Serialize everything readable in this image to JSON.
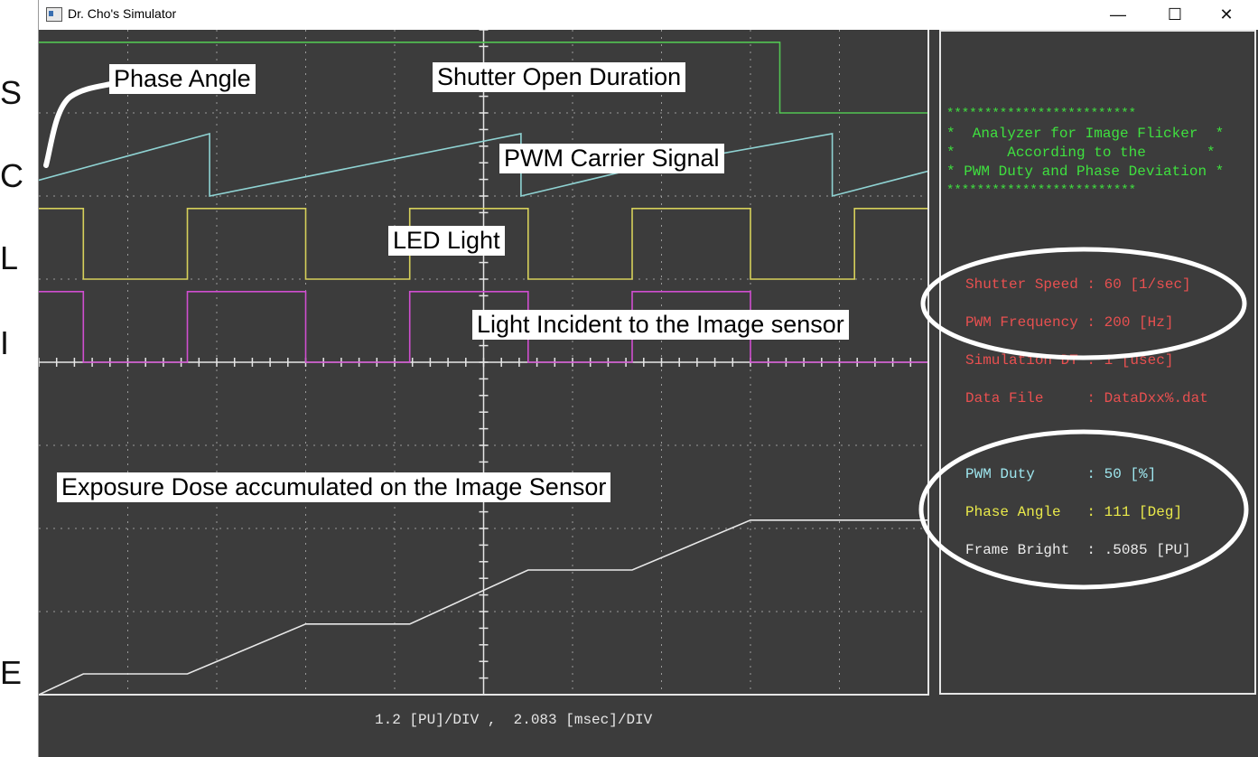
{
  "side_letters": [
    "S",
    "C",
    "L",
    "I",
    "E"
  ],
  "window": {
    "title": "Dr. Cho's Simulator",
    "minimize": "—",
    "maximize": "☐",
    "close": "✕"
  },
  "labels": {
    "phase_angle": "Phase Angle",
    "shutter_open": "Shutter Open Duration",
    "pwm_carrier": "PWM Carrier Signal",
    "led_light": "LED Light",
    "light_incident": "Light Incident to the Image sensor",
    "exposure_dose": "Exposure Dose accumulated on the Image Sensor"
  },
  "panel": {
    "banner_border": "*************************",
    "banner_line1": "*  Analyzer for Image Flicker  *",
    "banner_line2": "*      According to the       *",
    "banner_line3": "* PWM Duty and Phase Deviation *",
    "shutter_speed": "Shutter Speed : 60 [1/sec]",
    "pwm_frequency": "PWM Frequency : 200 [Hz]",
    "simulation_dt": "Simulation DT : 1 [usec]",
    "data_file": "Data File     : DataDxx%.dat",
    "pwm_duty": "PWM Duty      : 50 [%]",
    "phase_angle": "Phase Angle   : 111 [Deg]",
    "frame_bright": "Frame Bright  : .5085 [PU]"
  },
  "scale_text": "1.2 [PU]/DIV ,  2.083 [msec]/DIV",
  "colors": {
    "background": "#3c3c3c",
    "shutter": "#52c452",
    "carrier": "#8fd3d3",
    "led": "#d6d05a",
    "incident": "#d04ed0",
    "exposure": "#e8e8e8",
    "banner": "#3fe03f",
    "red_text": "#e85050",
    "cyan_text": "#9ee6ee",
    "yellow_text": "#eaea4a",
    "white_text": "#ececec"
  },
  "chart_data": {
    "type": "line",
    "x_divisions": 10,
    "y_divisions": 8,
    "x_unit_per_div": "2.083 msec",
    "series": [
      {
        "name": "S",
        "x": [
          0,
          8.33,
          8.33,
          10
        ],
        "y": [
          1,
          1,
          0,
          0
        ]
      },
      {
        "name": "C",
        "x": [
          0,
          1.92,
          1.92,
          5.42,
          5.42,
          6.67,
          6.67,
          8.92,
          8.92,
          10
        ],
        "y": [
          0.19,
          0.75,
          0,
          0.75,
          0,
          0.32,
          0.32,
          0.75,
          0,
          0.3
        ]
      },
      {
        "name": "L",
        "x": [
          0,
          0.5,
          0.5,
          1.67,
          1.67,
          3.0,
          3.0,
          4.17,
          4.17,
          5.5,
          5.5,
          6.67,
          6.67,
          8.0,
          8.0,
          9.17,
          9.17,
          10
        ],
        "y": [
          1,
          1,
          0,
          0,
          1,
          1,
          0,
          0,
          1,
          1,
          0,
          0,
          1,
          1,
          0,
          0,
          1,
          1
        ]
      },
      {
        "name": "I",
        "x": [
          0,
          0.5,
          0.5,
          1.67,
          1.67,
          3.0,
          3.0,
          4.17,
          4.17,
          5.5,
          5.5,
          6.67,
          6.67,
          8.0,
          8.0,
          10
        ],
        "y": [
          1,
          1,
          0,
          0,
          1,
          1,
          0,
          0,
          1,
          1,
          0,
          0,
          1,
          1,
          0,
          0
        ]
      },
      {
        "name": "E",
        "x": [
          0,
          0.5,
          1.67,
          3.0,
          4.17,
          5.5,
          6.67,
          8.0,
          10
        ],
        "y": [
          0,
          0.25,
          0.25,
          0.85,
          0.85,
          1.5,
          1.5,
          2.1,
          2.1
        ]
      }
    ]
  }
}
